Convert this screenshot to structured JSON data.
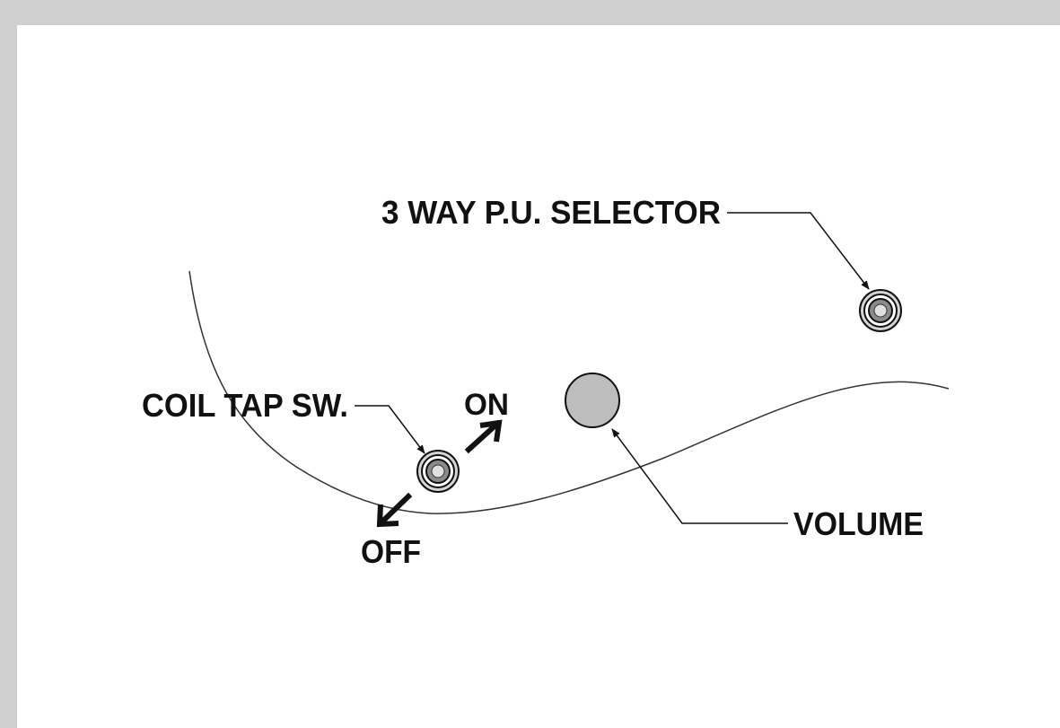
{
  "labels": {
    "selector": "3 WAY P.U. SELECTOR",
    "coil_tap": "COIL TAP SW.",
    "on": "ON",
    "off": "OFF",
    "volume": "VOLUME"
  },
  "colors": {
    "frame": "#cfcfcf",
    "background": "#ffffff",
    "ink": "#111111",
    "knob_fill": "#bdbdbd"
  }
}
